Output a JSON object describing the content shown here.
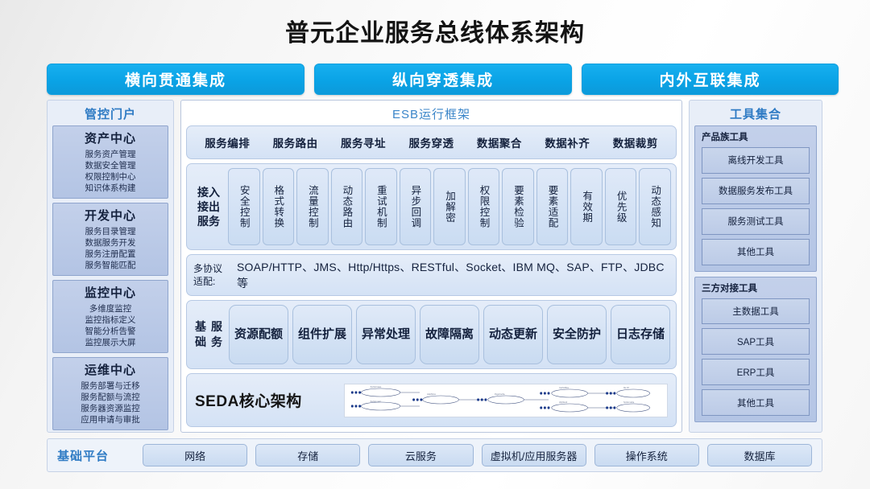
{
  "title": "普元企业服务总线体系架构",
  "banners": [
    {
      "label": "横向贯通集成"
    },
    {
      "label": "纵向穿透集成"
    },
    {
      "label": "内外互联集成"
    }
  ],
  "left_panel": {
    "header": "管控门户",
    "centers": [
      {
        "title": "资产中心",
        "lines": [
          "服务资产管理",
          "数据安全管理",
          "权限控制中心",
          "知识体系构建"
        ]
      },
      {
        "title": "开发中心",
        "lines": [
          "服务目录管理",
          "数据服务开发",
          "服务注册配置",
          "服务智能匹配"
        ]
      },
      {
        "title": "监控中心",
        "lines": [
          "多维度监控",
          "监控指标定义",
          "智能分析告警",
          "监控展示大屏"
        ]
      },
      {
        "title": "运维中心",
        "lines": [
          "服务部署与迁移",
          "服务配额与流控",
          "服务器资源监控",
          "应用申请与审批"
        ]
      }
    ]
  },
  "center_panel": {
    "header": "ESB运行框架",
    "capabilities": [
      "服务编排",
      "服务路由",
      "服务寻址",
      "服务穿透",
      "数据聚合",
      "数据补齐",
      "数据裁剪"
    ],
    "access_label": "接入接出服务",
    "access_items": [
      "安全控制",
      "格式转换",
      "流量控制",
      "动态路由",
      "重试机制",
      "异步回调",
      "加解密",
      "权限控制",
      "要素检验",
      "要素适配",
      "有效期",
      "优先级",
      "动态感知"
    ],
    "protocol_label": "多协议适配:",
    "protocol_text": "SOAP/HTTP、JMS、Http/Https、RESTful、Socket、IBM MQ、SAP、FTP、JDBC等",
    "base_label": "基础服务",
    "base_items": [
      "资源配额",
      "组件扩展",
      "异常处理",
      "故障隔离",
      "动态更新",
      "安全防护",
      "日志存储"
    ],
    "seda_label": "SEDA核心架构",
    "seda_image_name": "seda-architecture-diagram"
  },
  "right_panel": {
    "header": "工具集合",
    "groups": [
      {
        "title": "产品族工具",
        "items": [
          "离线开发工具",
          "数据服务发布工具",
          "服务测试工具",
          "其他工具"
        ]
      },
      {
        "title": "三方对接工具",
        "items": [
          "主数据工具",
          "SAP工具",
          "ERP工具",
          "其他工具"
        ]
      }
    ]
  },
  "platform": {
    "label": "基础平台",
    "items": [
      "网络",
      "存储",
      "云服务",
      "虚拟机/应用服务器",
      "操作系统",
      "数据库"
    ]
  },
  "colors": {
    "banner_blue": "#0aa3e6",
    "header_blue": "#2f7bc4",
    "card_blue": "#bcc9e4",
    "panel_blue": "#d4e2f5",
    "text_dark": "#14213d"
  }
}
